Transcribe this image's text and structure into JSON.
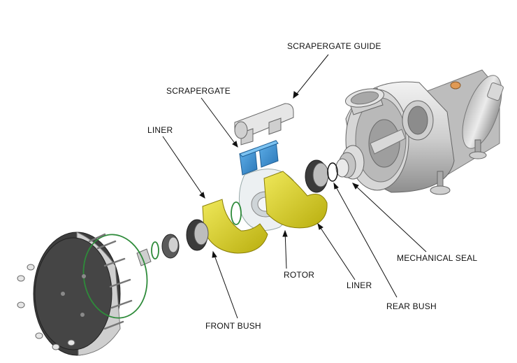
{
  "labels": {
    "scrapergate_guide": "SCRAPERGATE GUIDE",
    "scrapergate": "SCRAPERGATE",
    "liner_left": "LINER",
    "mechanical_seal": "MECHANICAL SEAL",
    "rotor": "ROTOR",
    "liner_right": "LINER",
    "rear_bush": "REAR BUSH",
    "front_bush": "FRONT BUSH"
  },
  "colors": {
    "liner": "#d8cf1c",
    "scrapergate": "#3a8fd0",
    "housing": "#cdcdcd",
    "oring": "#2e8b3a",
    "front_cover": "#3e3e3e"
  }
}
